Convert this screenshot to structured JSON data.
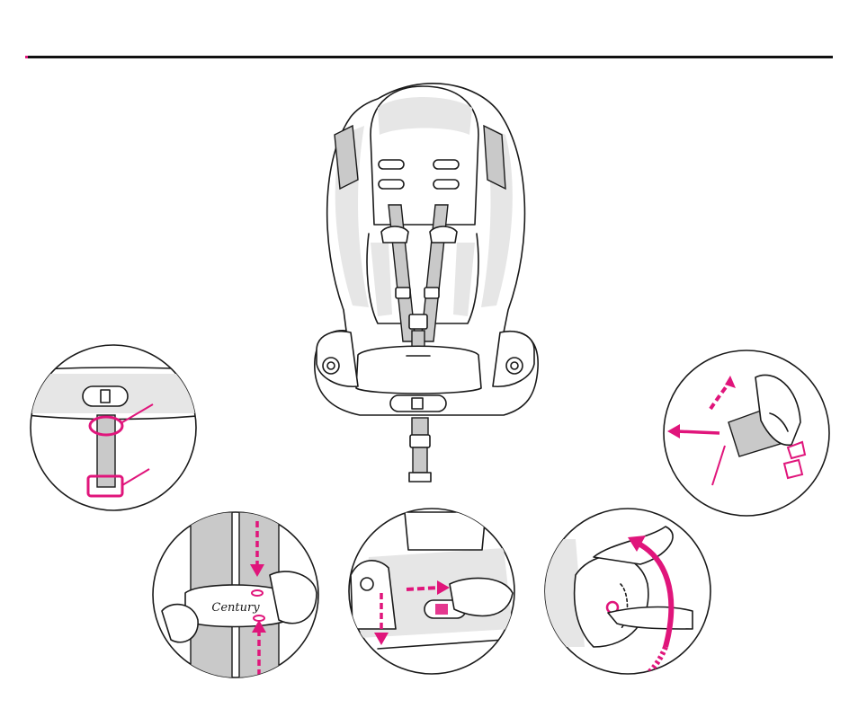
{
  "colors": {
    "ink": "#1a1a1a",
    "accent": "#e0157b",
    "shade": "#e6e6e6",
    "strap": "#c9c9c9"
  },
  "buckle_chest_clip_label": "Century",
  "figures": [
    {
      "id": "car-seat-overview",
      "icon": "car-seat-illustration"
    },
    {
      "id": "recline-handle-detail",
      "icon": "recline-handle-illustration"
    },
    {
      "id": "harness-release-detail",
      "icon": "harness-release-illustration"
    },
    {
      "id": "chest-clip-detail",
      "icon": "chest-clip-illustration"
    },
    {
      "id": "recline-adjust-detail",
      "icon": "recline-adjust-illustration"
    },
    {
      "id": "armrest-rotate-detail",
      "icon": "armrest-rotate-illustration"
    }
  ]
}
